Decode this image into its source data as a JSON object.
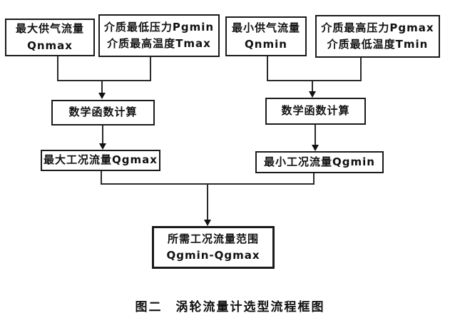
{
  "diagram": {
    "caption": "图二　涡轮流量计选型流程框图",
    "nodes": {
      "qnmax": {
        "line1": "最大供气流量",
        "line2": "Qnmax"
      },
      "pgmin_tmax": {
        "line1": "介质最低压力Pgmin",
        "line2": "介质最高温度Tmax"
      },
      "qnmin": {
        "line1": "最小供气流量",
        "line2": "Qnmin"
      },
      "pgmax_tmin": {
        "line1": "介质最高压力Pgmax",
        "line2": "介质最低温度Tmin"
      },
      "math_left": {
        "label": "数学函数计算"
      },
      "math_right": {
        "label": "数学函数计算"
      },
      "qgmax": {
        "label": "最大工况流量Qgmax"
      },
      "qgmin": {
        "label": "最小工况流量Qgmin"
      },
      "result": {
        "line1": "所需工况流量范围",
        "line2": "Qgmin-Qgmax"
      }
    },
    "colors": {
      "background": "#ffffff",
      "box_border": "#1a1a1a",
      "connector": "#2a2a2a",
      "text": "#111111"
    }
  }
}
